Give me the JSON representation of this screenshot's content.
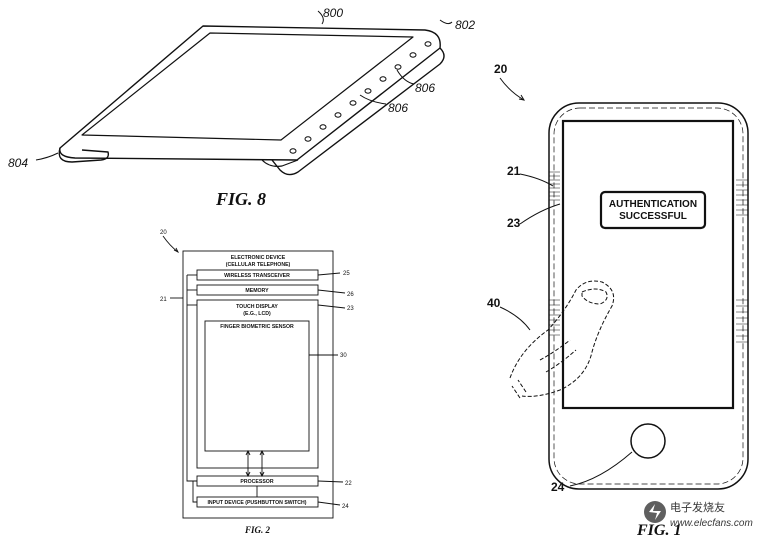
{
  "fig8": {
    "caption": "FIG. 8",
    "labels": {
      "top": "800",
      "right": "802",
      "perf_upper": "806",
      "perf_lower": "806",
      "left": "804"
    }
  },
  "fig2": {
    "caption": "FIG. 2",
    "ref_device": "20",
    "ref_housing": "21",
    "device_title_line1": "ELECTRONIC DEVICE",
    "device_title_line2": "(CELLULAR TELEPHONE)",
    "transceiver": {
      "label": "WIRELESS TRANSCEIVER",
      "ref": "25"
    },
    "memory": {
      "label": "MEMORY",
      "ref": "26"
    },
    "display": {
      "label_line1": "TOUCH DISPLAY",
      "label_line2": "(E.G., LCD)",
      "ref": "23"
    },
    "sensor": {
      "label": "FINGER BIOMETRIC SENSOR",
      "ref": "30"
    },
    "processor": {
      "label": "PROCESSOR",
      "ref": "22"
    },
    "input_device": {
      "label": "INPUT DEVICE (PUSHBUTTON SWITCH)",
      "ref": "24"
    }
  },
  "fig1": {
    "caption": "FIG. 1",
    "ref_device": "20",
    "ref_housing": "21",
    "ref_display": "23",
    "ref_finger": "40",
    "ref_button": "24",
    "message_line1": "AUTHENTICATION",
    "message_line2": "SUCCESSFUL"
  },
  "watermark": {
    "chinese": "电子发烧友",
    "url": "www.elecfans.com"
  }
}
